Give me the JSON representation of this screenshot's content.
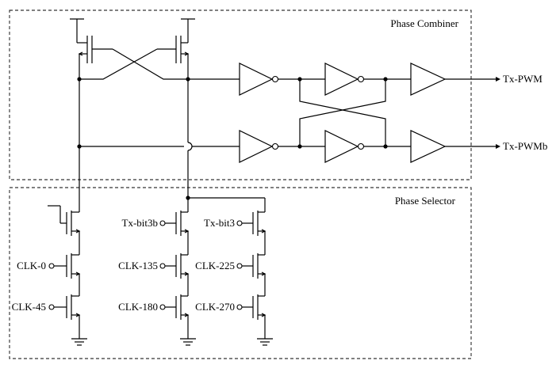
{
  "regions": {
    "combiner_label": "Phase Combiner",
    "selector_label": "Phase Selector"
  },
  "outputs": {
    "pwm": "Tx-PWM",
    "pwmb": "Tx-PWMb"
  },
  "inputs": {
    "clk0": "CLK-0",
    "clk45": "CLK-45",
    "bit3b": "Tx-bit3b",
    "clk135": "CLK-135",
    "clk180": "CLK-180",
    "bit3": "Tx-bit3",
    "clk225": "CLK-225",
    "clk270": "CLK-270"
  }
}
